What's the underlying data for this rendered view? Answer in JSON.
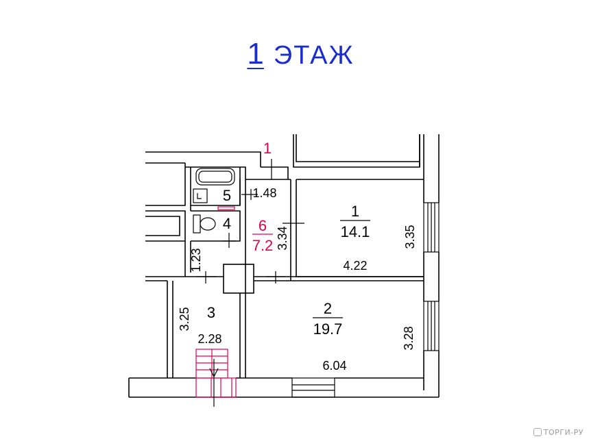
{
  "title": {
    "number": "1",
    "word": "ЭТАЖ"
  },
  "entrance_marker": "1",
  "rooms": [
    {
      "id": "1",
      "area": "14.1"
    },
    {
      "id": "2",
      "area": "19.7"
    },
    {
      "id": "3",
      "area": ""
    },
    {
      "id": "4",
      "area": ""
    },
    {
      "id": "5",
      "area": ""
    },
    {
      "id": "6",
      "area": "7.2"
    }
  ],
  "dimensions": {
    "d_1_48": "1.48",
    "d_3_34": "3.34",
    "d_3_35": "3.35",
    "d_4_22": "4.22",
    "d_1_23": "1.23",
    "d_3_25": "3.25",
    "d_2_28": "2.28",
    "d_3_28": "3.28",
    "d_6_04": "6.04"
  },
  "watermark": "ТОРГИ-РУ",
  "colors": {
    "title": "#1a2dcc",
    "accent_red": "#e0004d",
    "walls": "#000000"
  }
}
